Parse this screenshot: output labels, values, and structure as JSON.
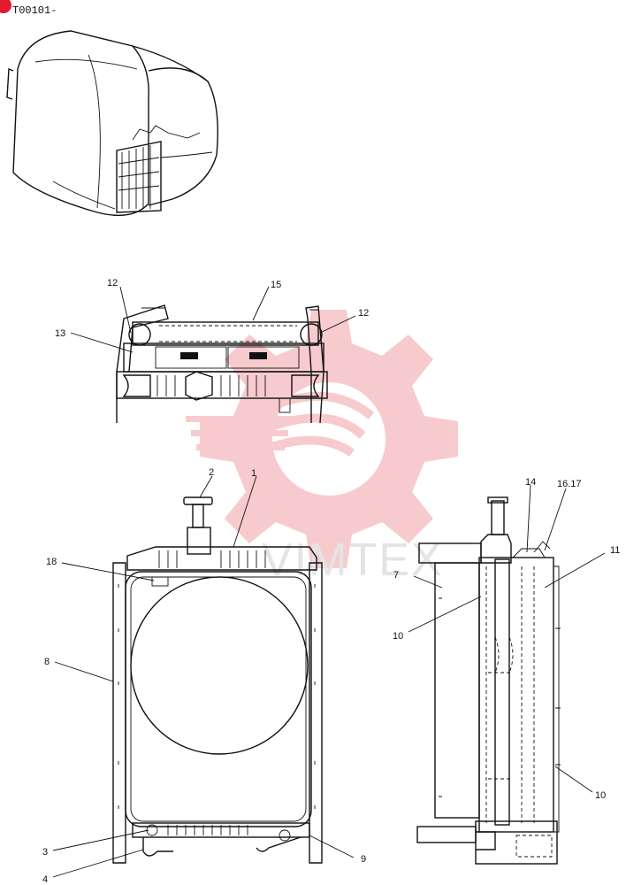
{
  "header": {
    "code": "T00101-",
    "marker_color": "#e31b2f"
  },
  "watermark": {
    "text": "VIMTEX",
    "gear_color": "#f7c9cb"
  },
  "callouts": {
    "c1": "1",
    "c2": "2",
    "c3": "3",
    "c4": "4",
    "c7": "7",
    "c8": "8",
    "c9": "9",
    "c10a": "10",
    "c10b": "10",
    "c11": "11",
    "c12a": "12",
    "c12b": "12",
    "c13": "13",
    "c14": "14",
    "c15": "15",
    "c1617": "16.17",
    "c18": "18"
  }
}
